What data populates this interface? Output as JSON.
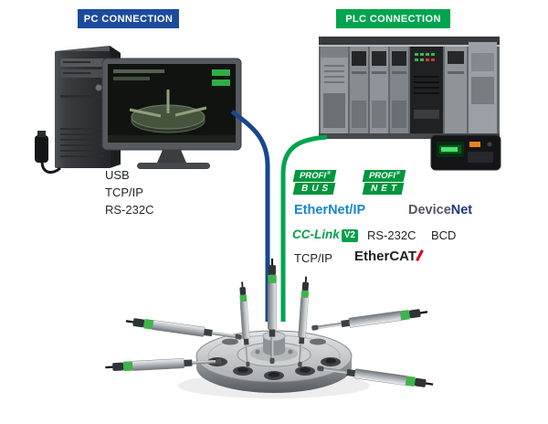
{
  "banners": {
    "pc": {
      "label": "PC CONNECTION",
      "bg": "#1c4b9c"
    },
    "plc": {
      "label": "PLC CONNECTION",
      "bg": "#00a44f"
    }
  },
  "pc_interfaces": {
    "usb": "USB",
    "tcpip": "TCP/IP",
    "rs232c": "RS-232C"
  },
  "protocols": {
    "profibus": {
      "word": "PROFI",
      "reg": "®",
      "band": "BUS"
    },
    "profinet": {
      "word": "PROFI",
      "reg": "®",
      "band": "NET"
    },
    "ethernet_ip": "EtherNet/IP",
    "devicenet": {
      "part1": "Device",
      "part2": "Net"
    },
    "cclink": {
      "name": "CC-Link",
      "badge": "V2"
    },
    "rs232c": "RS-232C",
    "bcd": "BCD",
    "tcpip": "TCP/IP",
    "ethercat": "EtherCAT"
  },
  "colors": {
    "pc_banner_blue": "#1c4b9c",
    "plc_banner_green": "#00a44f",
    "pc_line_blue": "#17488f",
    "plc_line_green": "#00a44f",
    "profi_green": "#00963e",
    "ethernet_ip_blue": "#1687c9",
    "devicenet_gray": "#55585e",
    "devicenet_navy": "#1d3a77",
    "cclink_green": "#00a04a",
    "ethercat_red": "#e2001a",
    "probe_led_green": "#3db54a"
  }
}
